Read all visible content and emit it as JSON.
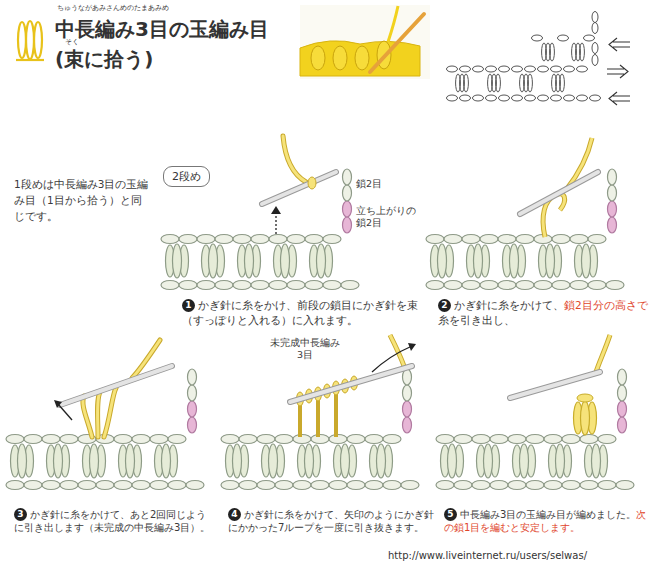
{
  "diagram": {
    "title": "中長編み3目の玉編み目 (束に拾う)",
    "nodes": [
      {
        "text": [
          "2段め"
        ]
      }
    ],
    "labels": [
      "ちゅうながあみさんめのたまあみめ",
      "そく",
      "1段めは中長編み3目の玉編み目（1目から拾う）と同じです。",
      "鎖2目",
      "立ち上がりの 鎖2目",
      "1",
      "かぎ針に糸をかけ、前段の鎖目にかぎ針を束（すっぽりと入れる）に入れます。",
      "2",
      "かぎ針に糸をかけて、",
      "鎖2目分の高さで",
      "糸を引き出し、",
      "3",
      "かぎ針に糸をかけて、あと2回同じように引き出します（未完成の中長編み3目）。",
      "未完成中長編み 3目",
      "4",
      "かぎ針に糸をかけて、矢印のようにかぎ針にかかった7ループを一度に引き抜きます。",
      "5",
      "中長編み3目の玉編み目が編めました。",
      "次の鎖1目を編むと安定します。",
      "http://www.liveinternet.ru/users/selwas/"
    ]
  }
}
